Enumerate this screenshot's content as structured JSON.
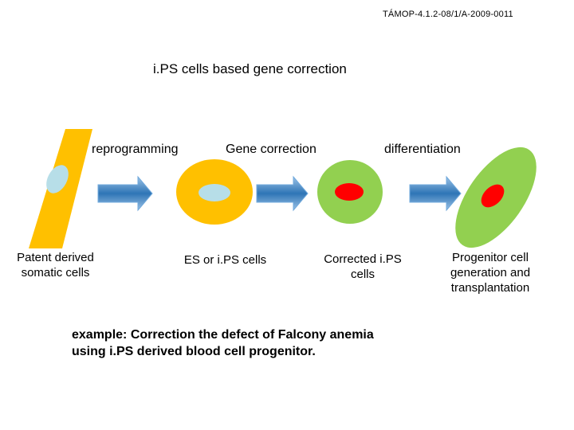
{
  "header": {
    "code": "TÁMOP-4.1.2-08/1/A-2009-0011"
  },
  "title": "i.PS cells based gene correction",
  "steps": {
    "reprogramming": "reprogramming",
    "gene_correction": "Gene correction",
    "differentiation": "differentiation"
  },
  "captions": {
    "somatic_line1": "Patent derived",
    "somatic_line2": "somatic cells",
    "es_ips": "ES or i.PS cells",
    "corrected_line1": "Corrected i.PS",
    "corrected_line2": "cells",
    "progenitor_line1": "Progenitor cell",
    "progenitor_line2": "generation and",
    "progenitor_line3": "transplantation"
  },
  "example": {
    "line1": "example:  Correction the defect of Falcony anemia",
    "line2": "using i.PS derived blood cell progenitor."
  },
  "colors": {
    "yellow": "#FFC000",
    "light_blue": "#B7DEE8",
    "green": "#92D050",
    "red": "#FF0000",
    "arrow_blue": "#0070C0",
    "arrow_light": "#9DC3E6"
  }
}
